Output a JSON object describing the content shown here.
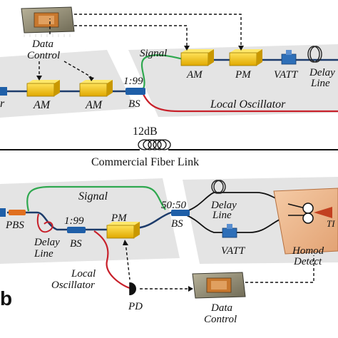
{
  "top_panel": {
    "data_control": [
      "Data",
      "Control"
    ],
    "am_left": "AM",
    "am_right": "AM",
    "ratio": "1:99",
    "bs": "BS",
    "signal": "Signal",
    "am": "AM",
    "pm": "PM",
    "vatt": "VATT",
    "delay_line": [
      "Delay",
      "Line"
    ],
    "local_oscillator": "Local Oscillator",
    "edge_char": "r"
  },
  "link": {
    "attenuation": "12dB",
    "caption": "Commercial Fiber Link"
  },
  "bottom_panel": {
    "signal": "Signal",
    "ratio_5050": "50:50",
    "pbs": "PBS",
    "ratio_199": "1:99",
    "bs_left": "BS",
    "pm": "PM",
    "bs_right": "BS",
    "delay_line_left": [
      "Delay",
      "Line"
    ],
    "delay_line_right": [
      "Delay",
      "Line"
    ],
    "vatt": "VATT",
    "ti": "TI",
    "homodyne": [
      "Homod",
      "Detect"
    ],
    "local_oscillator": [
      "Local",
      "Oscillator"
    ],
    "pd": "PD",
    "data_control": [
      "Data",
      "Control"
    ],
    "panel_letter": "b"
  },
  "colors": {
    "panel": "#e3e3e3",
    "modulator": "#f2c200",
    "signal_fiber": "#2fa84f",
    "lo_fiber": "#c8202a",
    "fiber": "#222222",
    "coupler": "#1f5fa8",
    "pbs": "#e07020",
    "detector_bg": "#efc09a"
  }
}
